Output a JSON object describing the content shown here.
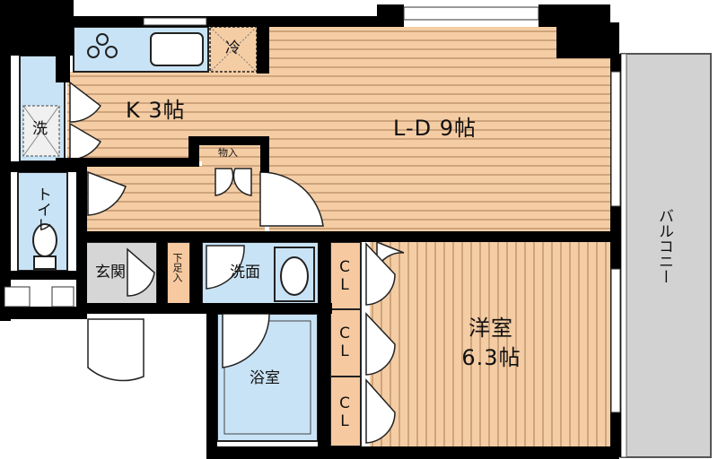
{
  "rooms": {
    "ld": "L-D 9帖",
    "kitchen": "K 3帖",
    "western_room_name": "洋室",
    "western_room_size": "6.3帖",
    "bath": "浴室",
    "washroom": "洗面",
    "entrance": "玄関",
    "toilet": "トイレ",
    "storage": "物入",
    "shoe_closet": "下足入",
    "closet_1": "CL",
    "closet_2": "CL",
    "closet_3": "CL",
    "washer": "洗",
    "fridge": "冷",
    "balcony": "バルコニー"
  },
  "colors": {
    "wall": "#000000",
    "wood_floor": "#f5cda4",
    "wood_line": "#a87b55",
    "wet_area": "#c9e3f6",
    "entrance_floor": "#d6d6d6",
    "closet": "#f7c9a0",
    "balcony": "#d2d2d2"
  },
  "icons": [
    "stove-burner-icon",
    "sink-icon",
    "toilet-icon",
    "washbasin-icon",
    "door-swing-icon"
  ]
}
